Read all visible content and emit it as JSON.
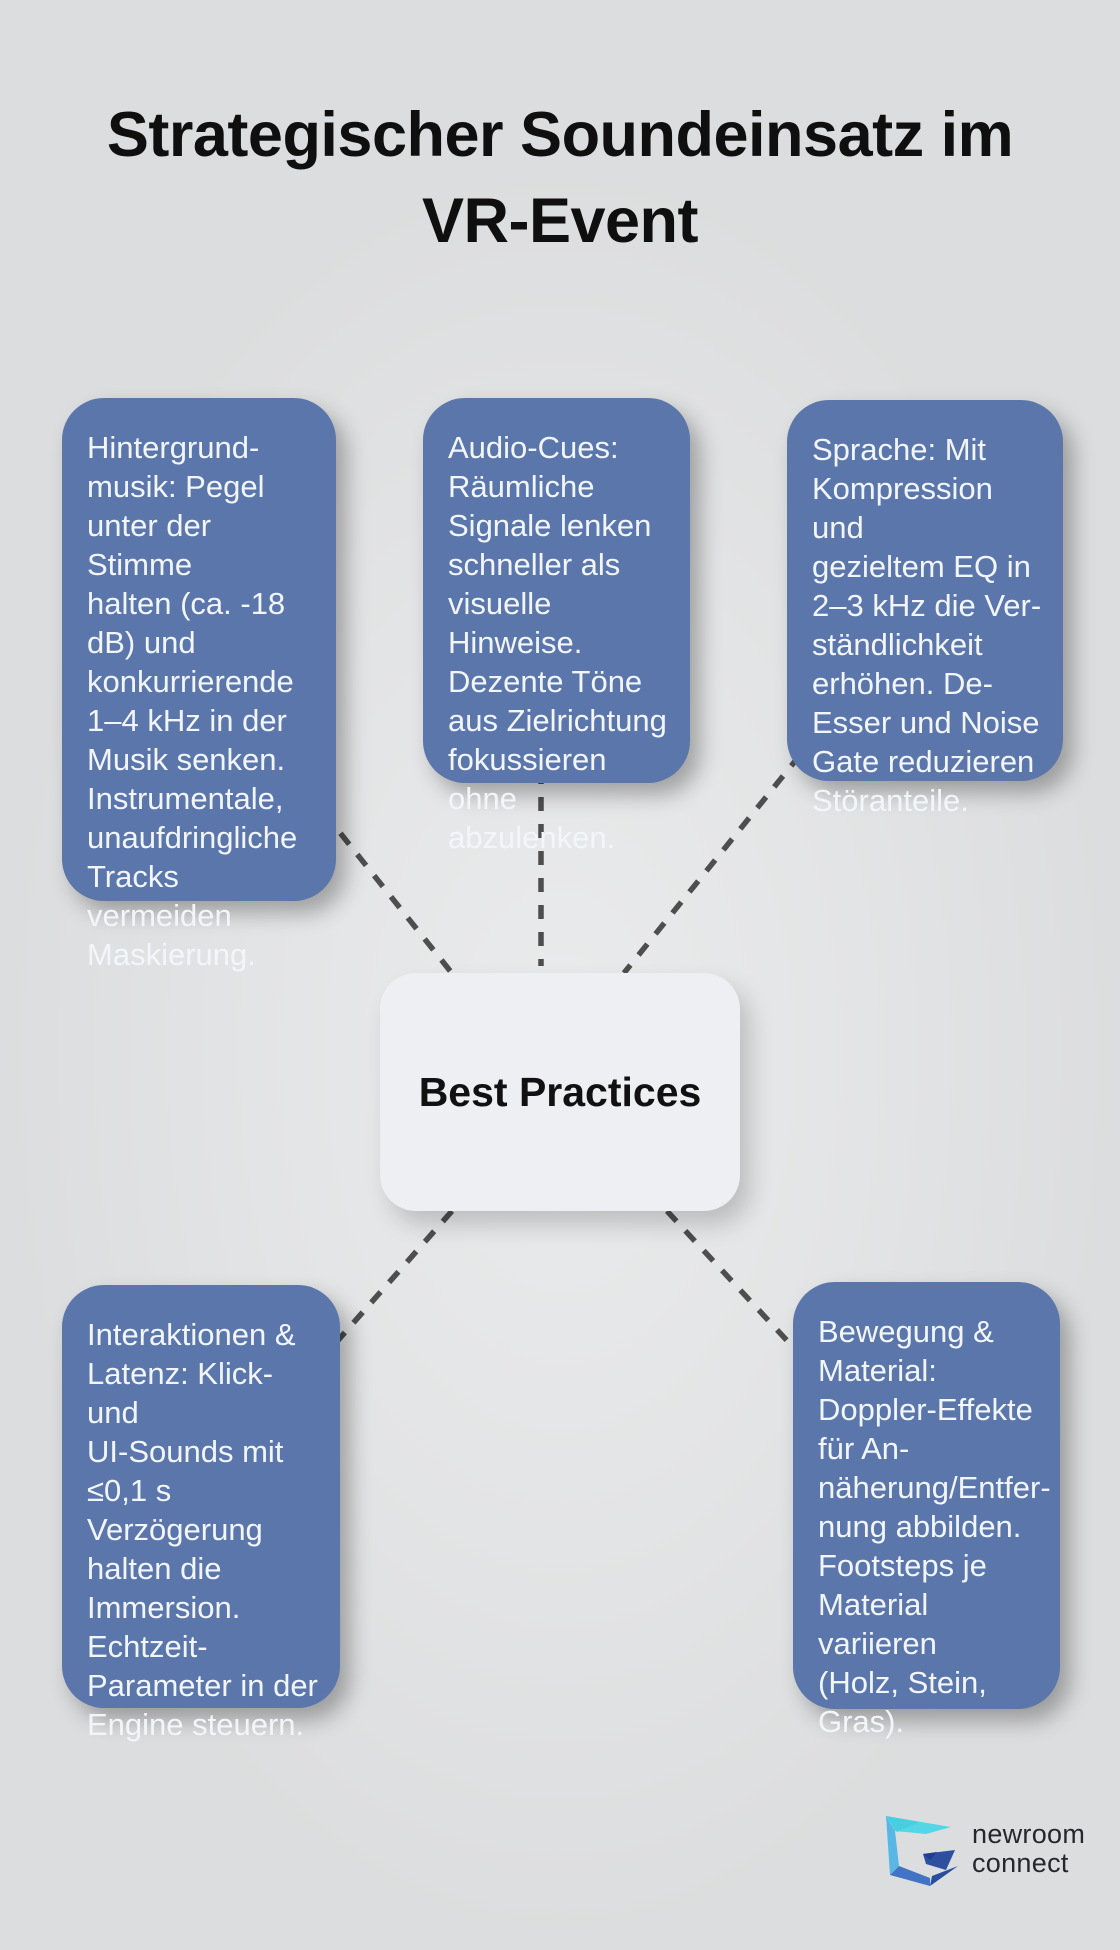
{
  "title": "Strategischer Soundeinsatz im\nVR-Event",
  "center": {
    "label": "Best Practices"
  },
  "nodes": [
    {
      "id": "hintergrundmusik",
      "text": "Hintergrund-\nmusik: Pegel\nunter der Stimme\nhalten (ca. -18\ndB) und\nkonkurrierende\n1–4 kHz in der\nMusik senken.\nInstrumentale,\nunaufdringliche\nTracks vermeiden\nMaskierung."
    },
    {
      "id": "audio-cues",
      "text": "Audio-Cues:\nRäumliche\nSignale lenken\nschneller als\nvisuelle Hinweise.\nDezente Töne\naus Zielrichtung\nfokussieren ohne\nabzulenken."
    },
    {
      "id": "sprache",
      "text": "Sprache: Mit\nKompression und\ngezieltem EQ in\n2–3 kHz die Ver-\nständlichkeit\nerhöhen. De-\nEsser und Noise\nGate reduzieren\nStöranteile."
    },
    {
      "id": "interaktionen-latenz",
      "text": "Interaktionen &\nLatenz: Klick- und\nUI-Sounds mit\n≤0,1 s\nVerzögerung\nhalten die\nImmersion.\nEchtzeit-\nParameter in der\nEngine steuern."
    },
    {
      "id": "bewegung-material",
      "text": "Bewegung &\nMaterial:\nDoppler-Effekte\nfür An-\nnäherung/Entfer-\nnung abbilden.\nFootsteps je\nMaterial variieren\n(Holz, Stein,\nGras)."
    }
  ],
  "logo": {
    "line1": "newroom",
    "line2": "connect"
  },
  "colors": {
    "background": "#e0e1e2",
    "node_fill": "#5b76ab",
    "node_text": "#f2f6fb",
    "center_fill": "#edeff2",
    "center_text": "#111111",
    "connector": "#4e4e4e",
    "title_text": "#0f0f10",
    "logo_text": "#26262e",
    "logo_cyan": "#55d6e6",
    "logo_sky": "#58b7e5",
    "logo_blue": "#4373c4",
    "logo_navy": "#2b4d9e"
  }
}
